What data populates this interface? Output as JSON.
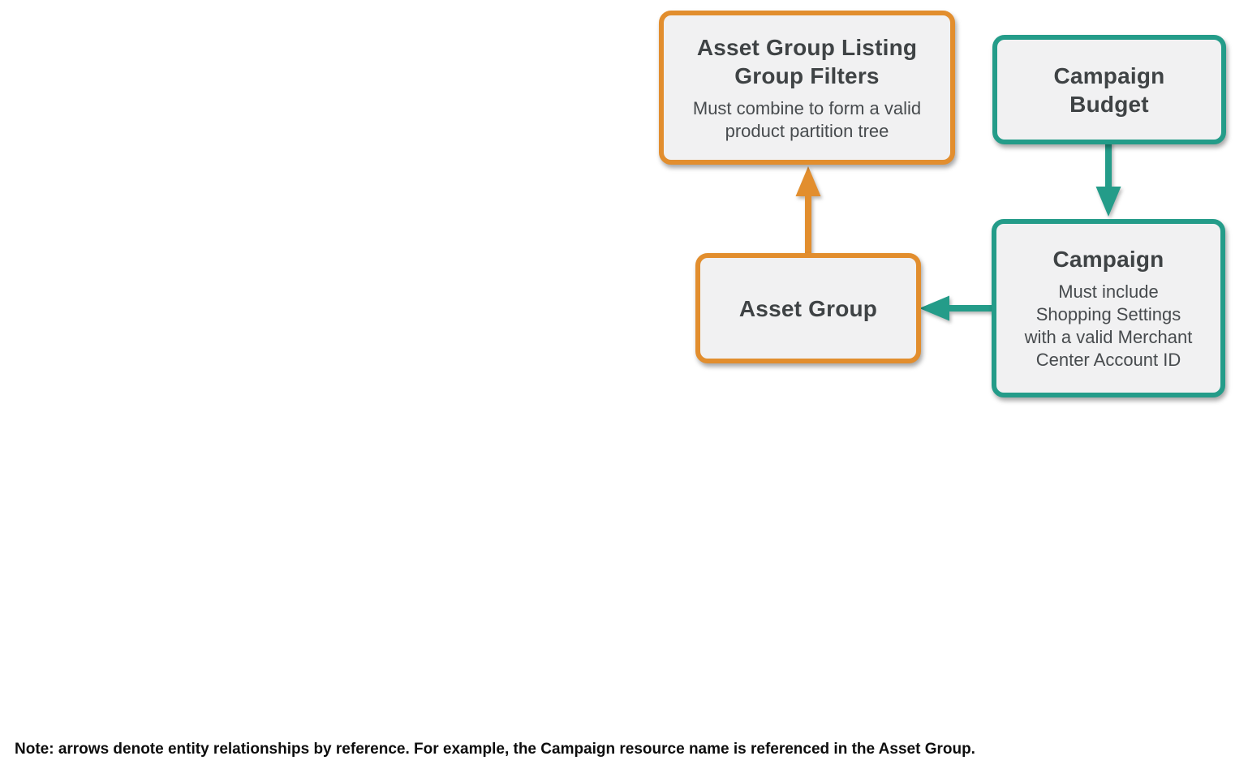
{
  "page": {
    "note": "Note: arrows denote entity relationships by reference. For example, the Campaign resource name is referenced in the Asset Group."
  },
  "colors": {
    "orange": "#E28E2E",
    "teal": "#249C89",
    "box_fill": "#F1F1F2",
    "title_text": "#3F4345",
    "subtitle_text": "#474B4E",
    "note_text": "#0D0D0D"
  },
  "nodes": {
    "listing_group_filters": {
      "title": "Asset Group Listing\nGroup Filters",
      "subtitle": "Must combine to form a valid\nproduct partition tree",
      "accent": "orange"
    },
    "campaign_budget": {
      "title": "Campaign\nBudget",
      "accent": "teal"
    },
    "asset_group": {
      "title": "Asset Group",
      "accent": "orange"
    },
    "campaign": {
      "title": "Campaign",
      "subtitle": "Must include\nShopping Settings\nwith a valid Merchant\nCenter Account ID",
      "accent": "teal"
    }
  },
  "edges": [
    {
      "name": "asset-group-to-listing-group-filters",
      "color_key": "orange",
      "direction": "up"
    },
    {
      "name": "campaign-budget-to-campaign",
      "color_key": "teal",
      "direction": "down"
    },
    {
      "name": "campaign-to-asset-group",
      "color_key": "teal",
      "direction": "left"
    }
  ]
}
